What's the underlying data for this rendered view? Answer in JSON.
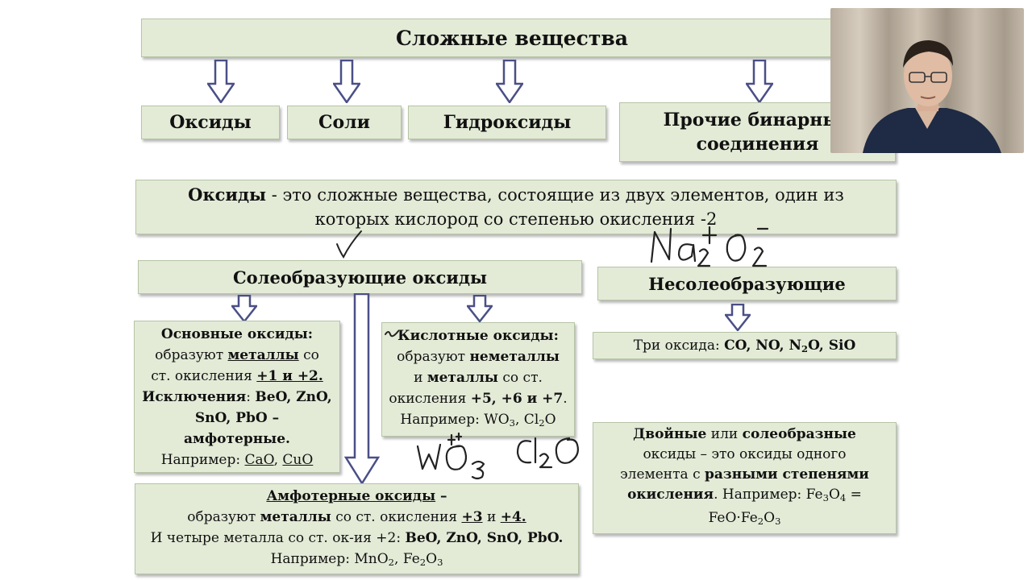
{
  "title": "Сложные вещества",
  "categories": {
    "oxides": "Оксиды",
    "salts": "Соли",
    "hydroxides": "Гидроксиды",
    "other_line1": "Прочие бинарные",
    "other_line2": "соединения"
  },
  "definition": {
    "term": "Оксиды",
    "rest": " - это сложные вещества, состоящие из двух элементов, один из",
    "line2": "которых кислород со степенью окисления -2"
  },
  "salt_forming": "Солеобразующие оксиды",
  "non_salt_forming": "Несолеобразующие",
  "basic": {
    "title": "Основные оксиды:",
    "l2a": "образуют ",
    "l2b": "металлы",
    "l2c": " со",
    "l3a": "ст. окисления ",
    "l3b": "+1 и +2.",
    "l4a": "Исключения",
    "l4b": ": ",
    "l4c": "BeO, ZnO,",
    "l5": "SnO, PbO –",
    "l6": "амфотерные.",
    "l7a": "Например: ",
    "l7b": "CaO",
    "l7c": ", ",
    "l7d": "CuO"
  },
  "acidic": {
    "title": "Кислотные оксиды:",
    "l2a": "образуют ",
    "l2b": "неметаллы",
    "l3a": "и ",
    "l3b": "металлы",
    "l3c": " со ст.",
    "l4a": "окисления ",
    "l4b": "+5, +6 и +7",
    "l4c": ".",
    "l5a": "Например: WO",
    "l5b": "3",
    "l5c": ", Cl",
    "l5d": "2",
    "l5e": "O"
  },
  "three_oxides": {
    "prefix": "Три оксида: ",
    "co_no": "CO, NO, N",
    "n2o_sub": "2",
    "rest": "O, SiO"
  },
  "double": {
    "a": "Двойные",
    "b": " или ",
    "c": "солеобразные",
    "l2": "оксиды – это оксиды одного",
    "l3a": "элемента с ",
    "l3b": "разными степенями",
    "l4a": "окисления",
    "l4b": ". Например: Fe",
    "l4c": "3",
    "l4d": "O",
    "l4e": "4",
    "l4f": " =",
    "l5a": "FeO·Fe",
    "l5b": "2",
    "l5c": "O",
    "l5d": "3"
  },
  "amphoteric": {
    "title": "Амфотерные оксиды",
    "dash": " –",
    "l2a": "образуют ",
    "l2b": "металлы",
    "l2c": " со ст. окисления ",
    "l2d": "+3",
    "l2e": " и ",
    "l2f": "+4.",
    "l3a": "И четыре металла со ст. ок-ия +2: ",
    "l3b": "BeO, ZnO, SnO, PbO.",
    "l4a": "Например: MnO",
    "l4b": "2",
    "l4c": ", Fe",
    "l4d": "2",
    "l4e": "O",
    "l4f": "3"
  },
  "colors": {
    "box_fill": "#e3ebd7",
    "box_border": "#b6c4a5",
    "arrow_stroke": "#4a4f86",
    "ink": "#222222"
  }
}
